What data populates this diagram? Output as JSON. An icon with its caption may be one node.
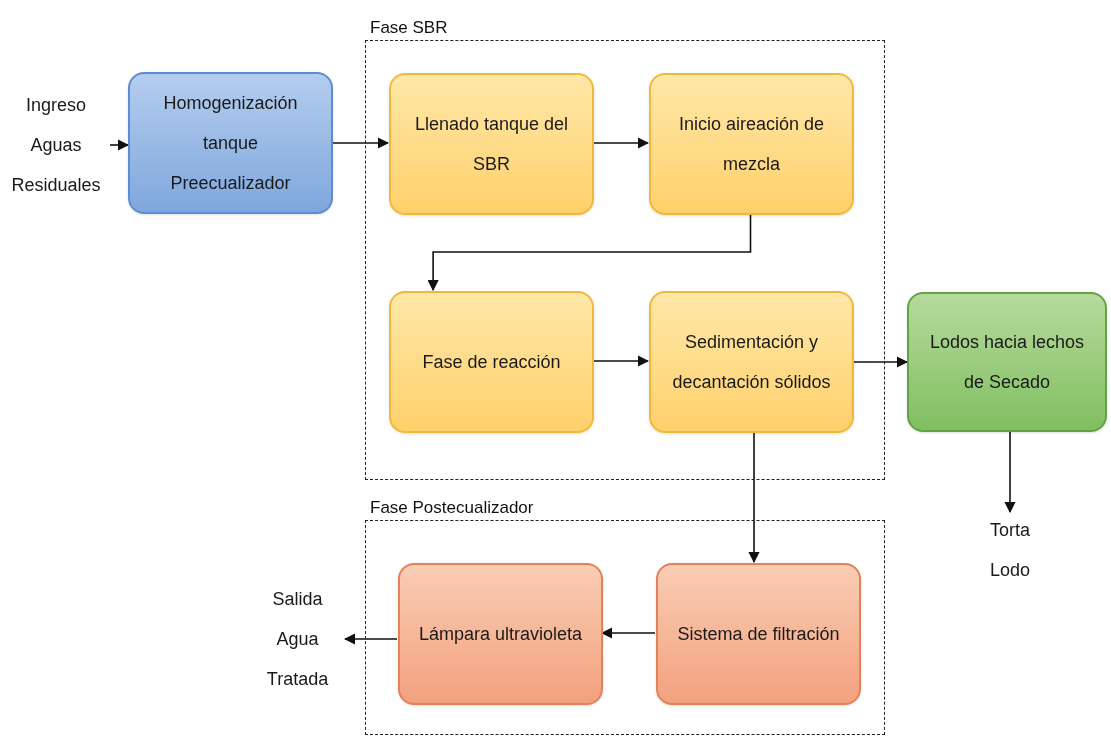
{
  "diagram": {
    "nodes": [
      {
        "text": [
          "Fase SBR"
        ]
      },
      {
        "text": [
          "Fase Postecualizador"
        ]
      },
      {
        "text": [
          "Ingreso Aguas Residuales"
        ]
      },
      {
        "text": [
          "Homogenización tanque Preecualizador"
        ]
      },
      {
        "text": [
          "Llenado tanque del SBR"
        ],
        "in": 0
      },
      {
        "text": [
          "Inicio aireación de mezcla"
        ],
        "in": 0
      },
      {
        "text": [
          "Fase de reacción"
        ],
        "in": 0
      },
      {
        "text": [
          "Sedimentación y decantación sólidos"
        ],
        "in": 0
      },
      {
        "text": [
          "Lodos hacia lechos de Secado"
        ]
      },
      {
        "text": [
          "Torta Lodo"
        ]
      },
      {
        "text": [
          "Sistema de filtración"
        ],
        "in": 1
      },
      {
        "text": [
          "Lámpara ultravioleta"
        ],
        "in": 1
      },
      {
        "text": [
          "Salida Agua Tratada"
        ]
      }
    ],
    "edges": [
      {
        "from": 2,
        "to": 3,
        "arrow": "to"
      },
      {
        "from": 3,
        "to": 4,
        "arrow": "to"
      },
      {
        "from": 4,
        "to": 5,
        "arrow": "to"
      },
      {
        "from": 5,
        "to": 6,
        "arrow": "to"
      },
      {
        "from": 6,
        "to": 7,
        "arrow": "to"
      },
      {
        "from": 7,
        "to": 8,
        "arrow": "to"
      },
      {
        "from": 8,
        "to": 9,
        "arrow": "to"
      },
      {
        "from": 7,
        "to": 10,
        "arrow": "to"
      },
      {
        "from": 10,
        "to": 11,
        "arrow": "to"
      },
      {
        "from": 11,
        "to": 12,
        "arrow": "to"
      }
    ]
  }
}
